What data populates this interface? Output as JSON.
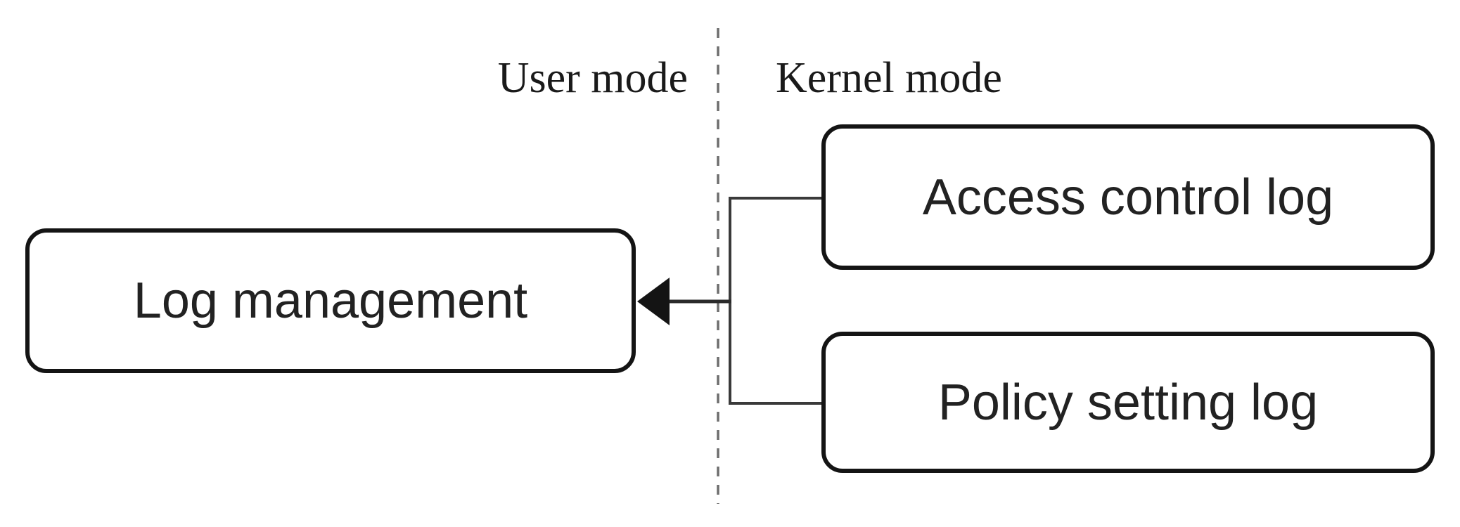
{
  "diagram": {
    "lanes": [
      {
        "id": "user-mode",
        "label": "User mode"
      },
      {
        "id": "kernel-mode",
        "label": "Kernel mode"
      }
    ],
    "nodes": [
      {
        "id": "log-management",
        "label": "Log management",
        "lane": "user-mode"
      },
      {
        "id": "access-control-log",
        "label": "Access control log",
        "lane": "kernel-mode"
      },
      {
        "id": "policy-setting-log",
        "label": "Policy setting log",
        "lane": "kernel-mode"
      }
    ],
    "edges": [
      {
        "from": "access-control-log",
        "to": "log-management",
        "style": "elbow",
        "arrowhead": "filled-triangle"
      },
      {
        "from": "policy-setting-log",
        "to": "log-management",
        "style": "elbow",
        "arrowhead": "filled-triangle"
      }
    ],
    "divider": {
      "orientation": "vertical",
      "style": "dashed",
      "separates": [
        "User mode",
        "Kernel mode"
      ]
    },
    "colors": {
      "background": "#ffffff",
      "box_border": "#141414",
      "box_fill": "#ffffff",
      "connector_line": "#3a3a3a",
      "divider_line": "#6e6e6e",
      "arrowhead_fill": "#141414",
      "text": "#1f1f1f"
    }
  }
}
